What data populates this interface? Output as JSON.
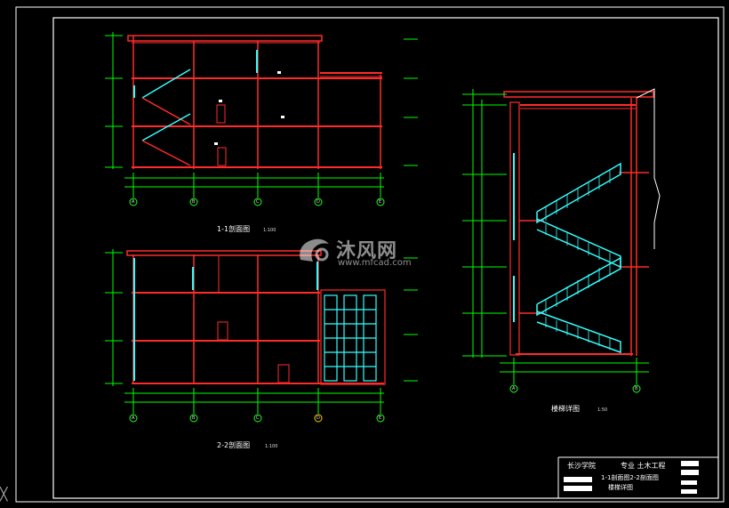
{
  "drawing": {
    "section_1_title": "1-1剖面图",
    "section_1_scale": "1:100",
    "section_2_title": "2-2剖面图",
    "section_2_scale": "1:100",
    "stair_title": "楼梯详图",
    "stair_scale": "1:50",
    "axis_labels_1": [
      "A",
      "B",
      "C",
      "D",
      "E"
    ],
    "axis_labels_2": [
      "A",
      "B",
      "C",
      "D",
      "E"
    ],
    "axis_labels_stair": [
      "A",
      "B"
    ]
  },
  "watermark": {
    "name": "沐风网",
    "url": "www.mfcad.com"
  },
  "title_block": {
    "school": "长沙学院",
    "major": "专业 土木工程",
    "drawing_names_line1": "1-1剖面图2-2剖面图",
    "drawing_names_line2": "楼梯详图"
  },
  "colors": {
    "background": "#000000",
    "frame": "#ffffff",
    "wall": "#ff2b2b",
    "stair": "#33ffff",
    "dimension": "#00ff00",
    "text": "#ffffff",
    "axis": "#22ff22"
  }
}
